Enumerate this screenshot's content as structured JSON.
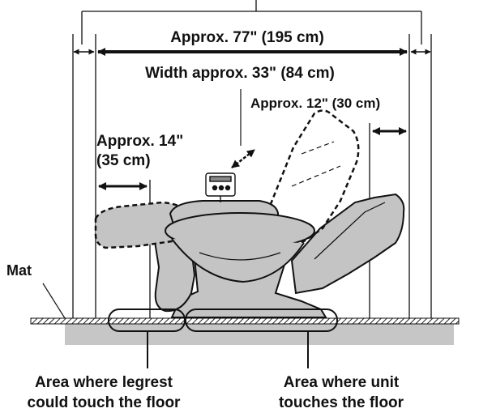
{
  "labels": {
    "overall_length": "Approx. 77\" (195 cm)",
    "width": "Width approx. 33\" (84 cm)",
    "back_clearance": "Approx. 12\" (30 cm)",
    "front_clearance_line1": "Approx. 14\"",
    "front_clearance_line2": "(35 cm)",
    "mat": "Mat",
    "legrest_area_line1": "Area where legrest",
    "legrest_area_line2": "could touch the floor",
    "unit_area_line1": "Area where unit",
    "unit_area_line2": "touches the floor"
  },
  "colors": {
    "chair_fill": "#c4c4c4",
    "shadow_fill": "#c6c6c6",
    "line": "#111111"
  },
  "icons": [
    "remote-control-icon",
    "double-arrow-icon"
  ]
}
